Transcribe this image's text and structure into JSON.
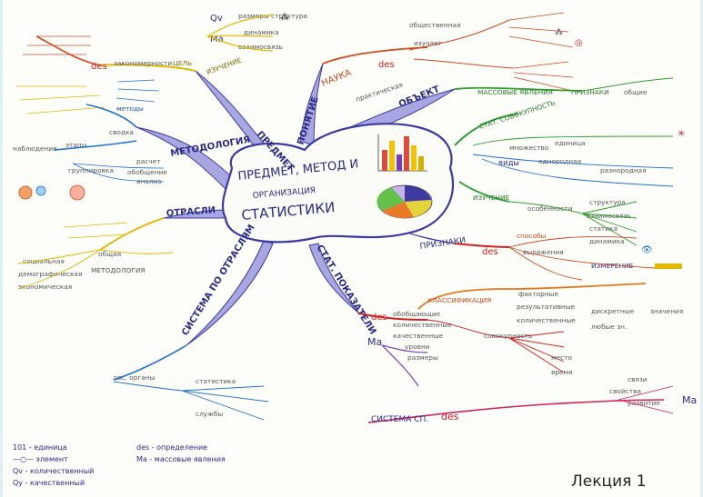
{
  "center": {
    "line1": "ПРЕДМЕТ, МЕТОД И",
    "line2": "ОРГАНИЗАЦИЯ",
    "line3": "СТАТИСТИКИ"
  },
  "lecture": "Лекция 1",
  "branches": {
    "predmet": "ПРЕДМЕТ",
    "ponyatie": "ПОНЯТИЕ",
    "obekt": "ОБЪЕКТ",
    "metodologiya": "МЕТОДОЛОГИЯ",
    "otrasli": "ОТРАСЛИ",
    "sistema": "СИСТЕМА ПО ОТРАСЛЯМ",
    "stat_pokazateli": "СТАТ. ПОКАЗАТЕЛИ"
  },
  "labels": {
    "izuchenie": "ИЗУЧЕНИЕ",
    "tsel": "ЦЕЛЬ",
    "zakonomernosti": "закономерности",
    "qv": "Qv",
    "ma": "Ma",
    "razmery_struktura": "размеры структура",
    "dinamika": "динамика",
    "vzaimosvyaz": "взаимосвязь",
    "nauka": "НАУКА",
    "des": "des",
    "prakticheskaya": "практическая",
    "obshestvennaya": "общественная",
    "izuchaet": "изучает",
    "massovye_yavleniya": "МАССОВЫЕ ЯВЛЕНИЯ",
    "priznaki_top": "ПРИЗНАКИ",
    "obshie": "общие",
    "stat_sovokupnost": "СТАТ. СОВОКУПНОСТЬ",
    "edinica": "единица",
    "mnozhestvo": "множество",
    "vidy": "ВИДЫ",
    "odnorodnaya": "однородная",
    "raznorodnaya": "разнородная",
    "izuchenie_2": "ИЗУЧЕНИЕ",
    "osobennosti": "особенности",
    "struktura": "структура",
    "vzaimosvyaz2": "взаимосвязь",
    "statika": "статика",
    "dinamika2": "динамика",
    "priznaki": "ПРИЗНАКИ",
    "sposoby": "способы",
    "vyrazheniya": "выражения",
    "izmerenie": "ИЗМЕРЕНИЕ",
    "klassifikaciya": "КЛАССИФИКАЦИЯ",
    "faktornye": "факторные",
    "rezultativnye": "результативные",
    "kolichestvennye": "количественные",
    "diskretnye": "дискретные",
    "znacheniya": "значения",
    "lyubye": "любые зн.",
    "obobshayushie": "обобщающие",
    "kolichestvennye2": "количественные",
    "kachestvennye": "качественные",
    "sovokupnost": "совокупность",
    "mesto": "место",
    "vremya": "время",
    "urovni": "уровни",
    "razmery": "размеры",
    "sistema_sp": "СИСТЕМА СП.",
    "svoystva": "свойства",
    "svyazi": "связи",
    "razvitie": "развитие",
    "metody": "методы",
    "etapy": "этапы",
    "nablyudenie": "наблюдение",
    "svodka": "сводка",
    "gruppirovka": "группировка",
    "analiz": "анализ",
    "raschet": "расчет",
    "obobshenie": "обобщение",
    "social": "социальная",
    "economic": "экономическая",
    "demograph": "демографическая",
    "metodologiya2": "МЕТОДОЛОГИЯ",
    "obshaya": "общая",
    "gos_organy": "гос. органы",
    "statistika": "статистика",
    "sluzhby": "службы"
  },
  "legend": {
    "items": [
      "101 - единица",
      "—○— элемент",
      "Qv - количественный",
      "Qy - качественный"
    ],
    "items2": [
      "des - определение",
      "Ma - массовые явления"
    ]
  }
}
